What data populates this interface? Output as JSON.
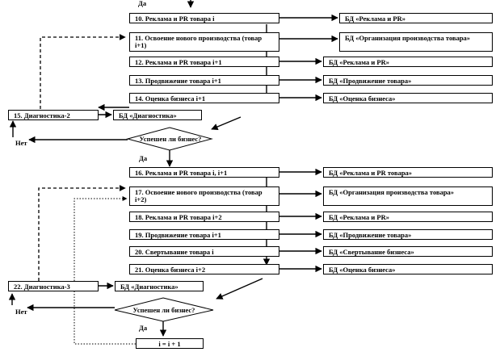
{
  "steps": {
    "s10": "10. Реклама и  PR товара i",
    "s11": "11. Освоение нового производства (товар i+1)",
    "s12": "12. Реклама и PR товара i+1",
    "s13": "13.  Продвижение товара i+1",
    "s14": "14. Оценка бизнеса i+1",
    "s15": "15. Диагностика-2",
    "s16": "16. Реклама и  PR товара i, i+1",
    "s17": "17. Освоение нового производства (товар i+2)",
    "s18": "18. Реклама и PR товара i+2",
    "s19": "19.  Продвижение товара i+1",
    "s20": "20. Свертывание товара i",
    "s21": "21. Оценка бизнеса i+2",
    "s22": "22. Диагностика-3",
    "loop": "i = i + 1"
  },
  "databases": {
    "db10": "БД «Реклама и PR»",
    "db11": "БД «Организация производства товара»",
    "db12": "БД «Реклама и PR»",
    "db13": "БД «Продвижение товара»",
    "db14": "БД «Оценка бизнеса»",
    "db15": "БД «Диагностика»",
    "db16": "БД «Реклама и PR товара»",
    "db17": "БД «Организация производства товара»",
    "db18": "БД «Реклама и PR»",
    "db19": "БД «Продвижение товара»",
    "db20": "БД «Свертывание бизнеса»",
    "db21": "БД «Оценка бизнеса»",
    "db22": "БД «Диагностика»"
  },
  "decisions": {
    "d1": "Успешен ли бизнес?",
    "d2": "Успешен ли бизнес?"
  },
  "labels": {
    "yes_top": "Да",
    "yes_1": "Да",
    "no_1": "Нет",
    "yes_2": "Да",
    "no_2": "Нет"
  }
}
